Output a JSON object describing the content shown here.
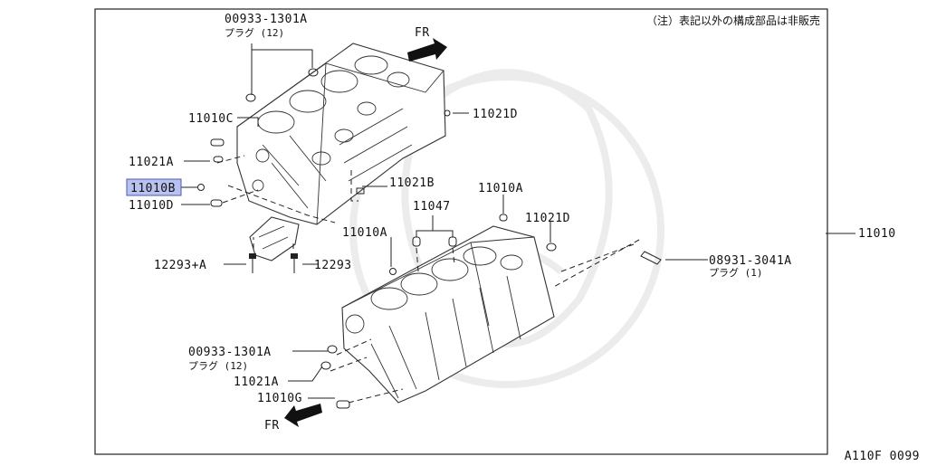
{
  "note": "（注）表記以外の構成部品は非販売",
  "figure_code": "A110F 0099",
  "main_part": "11010",
  "arrow_labels": {
    "top": "FR",
    "bottom": "FR"
  },
  "labels": {
    "p00933_top": "00933-1301A",
    "p00933_top_sub": "プラグ (12)",
    "p11010C": "11010C",
    "p11021A_top": "11021A",
    "p11010B": "11010B",
    "p11010D": "11010D",
    "p11021D_top": "11021D",
    "p11021B": "11021B",
    "p11047": "11047",
    "p11010A_left": "11010A",
    "p11010A_right": "11010A",
    "p11021D_right": "11021D",
    "p12293A": "12293+A",
    "p12293": "12293",
    "p08931": "08931-3041A",
    "p08931_sub": "プラグ (1)",
    "p00933_bottom": "00933-1301A",
    "p00933_bottom_sub": "プラグ (12)",
    "p11021A_bottom": "11021A",
    "p11010G": "11010G"
  }
}
